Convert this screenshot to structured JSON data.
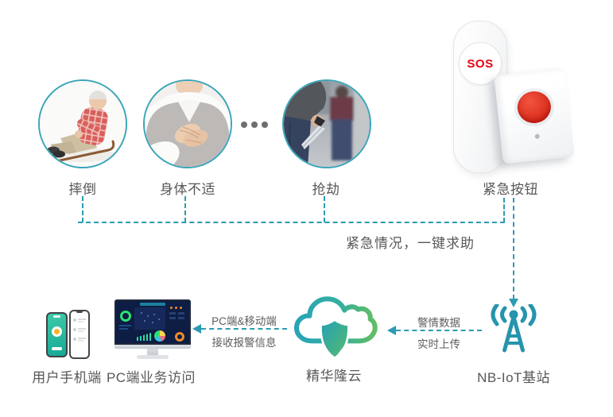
{
  "colors": {
    "accent_teal": "#2B9BB3",
    "circle_border": "#3AA5B9",
    "text_dark": "#595757",
    "sos_red": "#E60012",
    "cloud_gradient_start": "#29A3B8",
    "cloud_gradient_end": "#62BE63"
  },
  "scenarios": {
    "items": [
      {
        "label": "摔倒"
      },
      {
        "label": "身体不适"
      },
      {
        "label": "抢劫"
      }
    ],
    "ellipsis_dot_count": 3
  },
  "emergency_button": {
    "label": "紧急按钮",
    "sos_text": "SOS"
  },
  "caption": {
    "text": "紧急情况，一键求助"
  },
  "flow": {
    "mobile": {
      "label": "用户手机端"
    },
    "pc": {
      "label": "PC端业务访问"
    },
    "cloud": {
      "label": "精华隆云"
    },
    "station": {
      "label": "NB-IoT基站"
    },
    "cloud_to_client": {
      "line1": "PC端&移动端",
      "line2": "接收报警信息"
    },
    "station_to_cloud": {
      "line1": "警情数据",
      "line2": "实时上传"
    }
  },
  "icons": {
    "fall-photo": "elderly person fallen on floor",
    "discomfort-photo": "hands clasped on chest",
    "robbery-photo": "person hiding knife behind back",
    "sos-remote-icon": "white remote with round SOS button",
    "sos-panel-icon": "white wall panel with red round button",
    "smartphone-icon": "two mobile phones",
    "monitor-icon": "desktop monitor with data dashboard",
    "cloud-shield-icon": "cloud outline with security shield",
    "nbiot-antenna-icon": "radio tower with signal waves",
    "ellipsis-icon": "three dots"
  }
}
